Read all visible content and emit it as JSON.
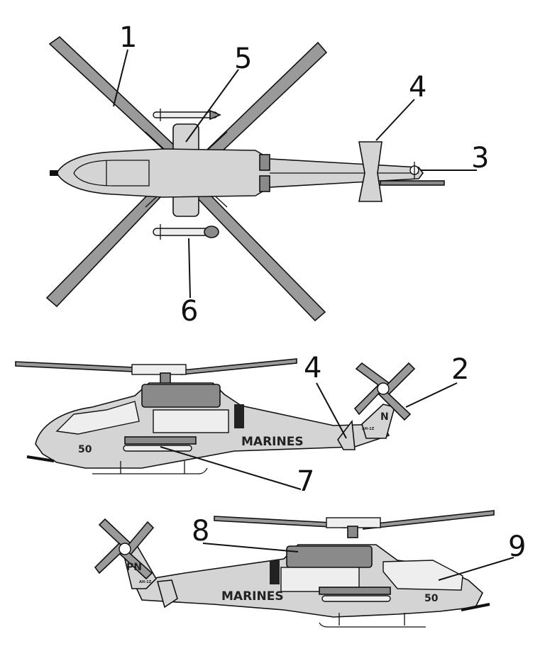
{
  "callouts": [
    {
      "id": "1",
      "label": "1"
    },
    {
      "id": "2",
      "label": "2"
    },
    {
      "id": "3",
      "label": "3"
    },
    {
      "id": "4a",
      "label": "4"
    },
    {
      "id": "4b",
      "label": "4"
    },
    {
      "id": "5",
      "label": "5"
    },
    {
      "id": "6",
      "label": "6"
    },
    {
      "id": "7",
      "label": "7"
    },
    {
      "id": "8",
      "label": "8"
    },
    {
      "id": "9",
      "label": "9"
    }
  ],
  "markings": {
    "left_side": {
      "branch": "MARINES",
      "modex": "50",
      "tail_code": "N",
      "type_code": "AH-1Z"
    },
    "right_side": {
      "branch": "MARINES",
      "modex": "50",
      "tail_code": "PN",
      "type_code": "AH-1Z"
    }
  }
}
